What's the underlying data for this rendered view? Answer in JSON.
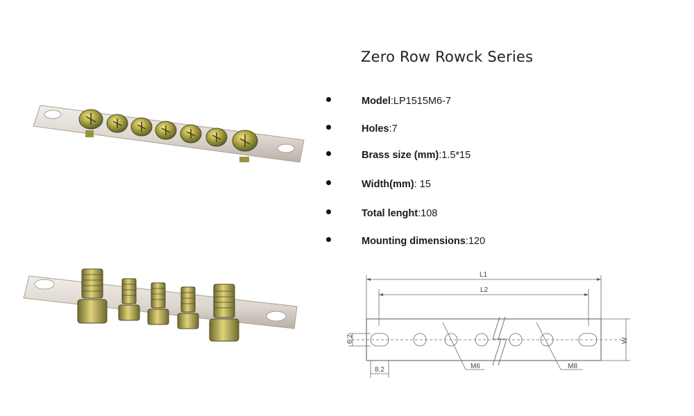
{
  "title": "Zero Row Rowck Series",
  "specs": [
    {
      "label": "Model",
      "value": "LP1515M6-7"
    },
    {
      "label": "Holes",
      "value": "7"
    },
    {
      "label": "Brass size (mm)",
      "value": "1.5*15"
    },
    {
      "label": "Width(mm)",
      "value": " 15"
    },
    {
      "label": "Total lenght",
      "value": "108"
    },
    {
      "label": "Mounting dimensions",
      "value": "120"
    }
  ],
  "drawing_labels": {
    "l1": "L1",
    "l2": "L2",
    "height": "6.2",
    "offset": "8.2",
    "m6": "M6",
    "m8": "M8",
    "width": "W"
  },
  "colors": {
    "brass": "#c9b04a",
    "plate": "#e3ddd6",
    "line": "#555555"
  }
}
